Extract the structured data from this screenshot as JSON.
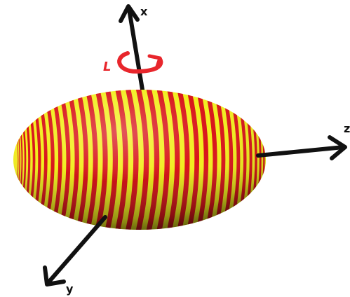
{
  "axes": {
    "x_label": "x",
    "y_label": "y",
    "z_label": "z"
  },
  "spin": {
    "label": "L"
  },
  "colors": {
    "background": "#ffffff",
    "axis": "#111111",
    "stripe_red": "#d8161b",
    "stripe_yellow": "#f2ee1f",
    "spin_arrow": "#e8262c"
  },
  "stripes": {
    "count": 38
  }
}
